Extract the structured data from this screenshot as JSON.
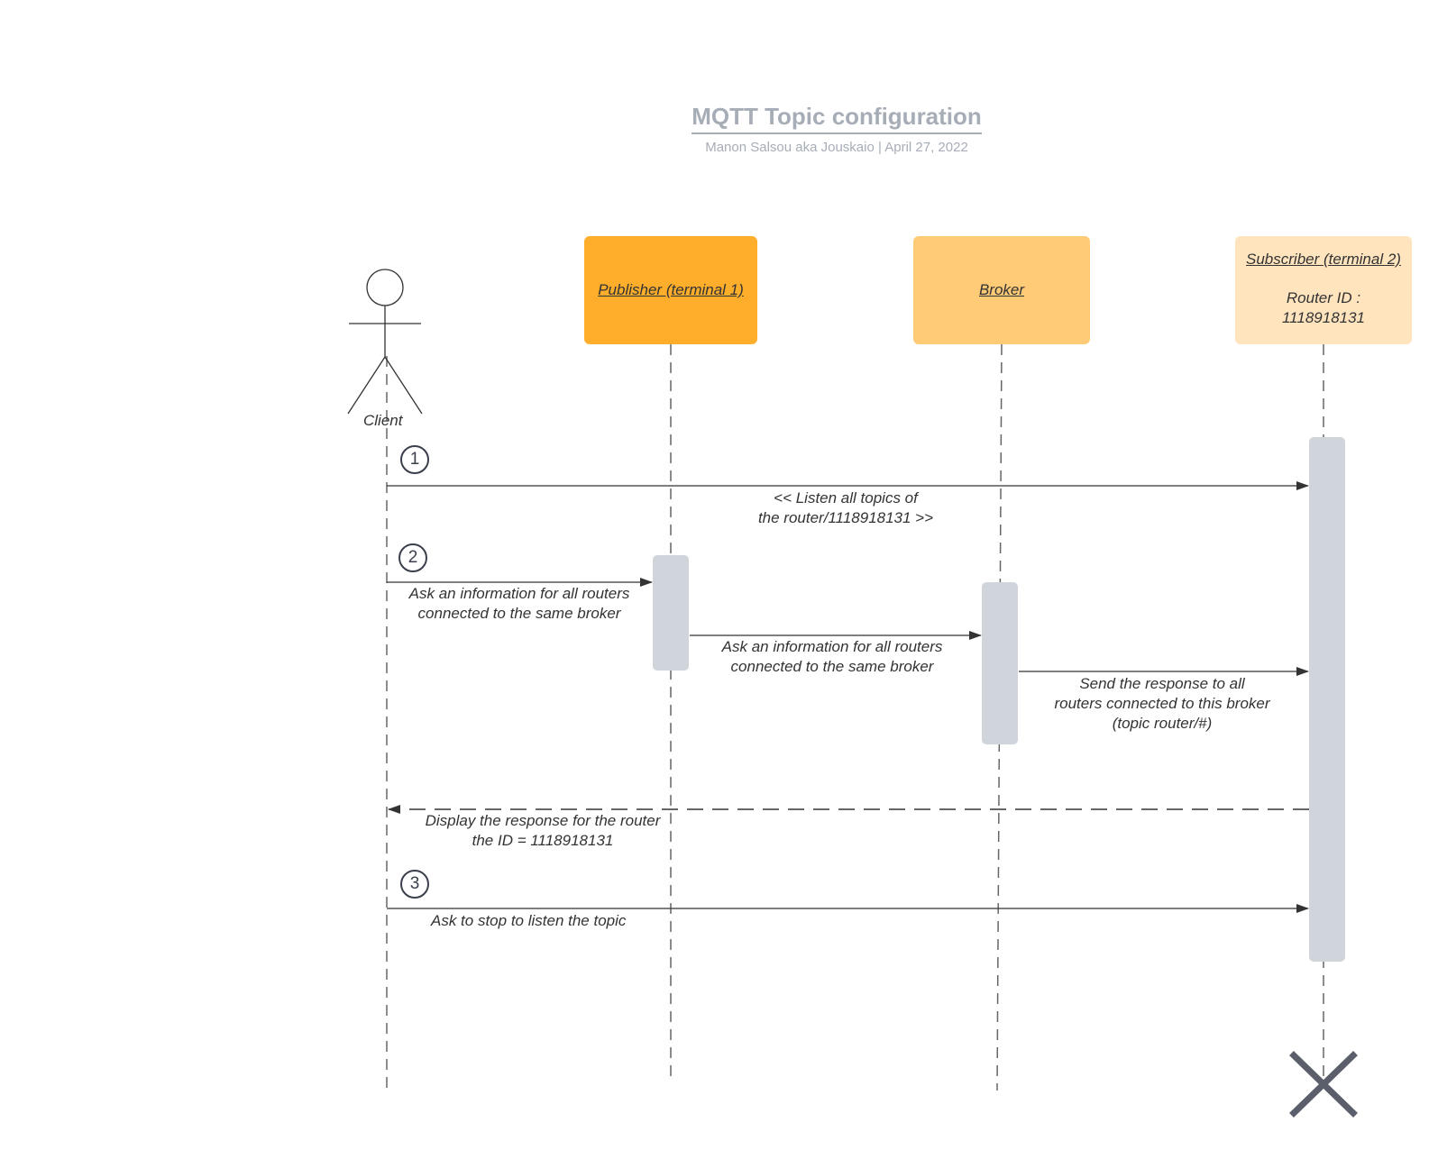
{
  "header": {
    "title": "MQTT Topic configuration",
    "subtitle": "Manon Salsou aka Jouskaio |  April 27, 2022"
  },
  "participants": {
    "client": "Client",
    "publisher": "Publisher (terminal 1)",
    "broker": "Broker",
    "subscriber": "Subscriber (terminal 2)",
    "subscriber_router_line1": "Router ID :",
    "subscriber_router_line2": "1118918131"
  },
  "steps": [
    "1",
    "2",
    "3"
  ],
  "messages": {
    "listen_line1": "<< Listen all topics of",
    "listen_line2": "the router/1118918131 >>",
    "ask_client_line1": "Ask an information for all routers",
    "ask_client_line2": "connected to the same broker",
    "ask_publisher_line1": "Ask an information for all routers",
    "ask_publisher_line2": "connected to the same broker",
    "send_line1": "Send the response to all",
    "send_line2": "routers connected to this broker",
    "send_line3": "(topic router/#)",
    "display_line1": "Display the response for the router",
    "display_line2": "the ID = 1118918131",
    "stop": "Ask to stop to listen the topic"
  },
  "colors": {
    "publisher": "#ffae2c",
    "broker": "#ffcb77",
    "subscriber": "#ffe4bd",
    "activation": "#d0d5dc",
    "line": "#333333"
  }
}
